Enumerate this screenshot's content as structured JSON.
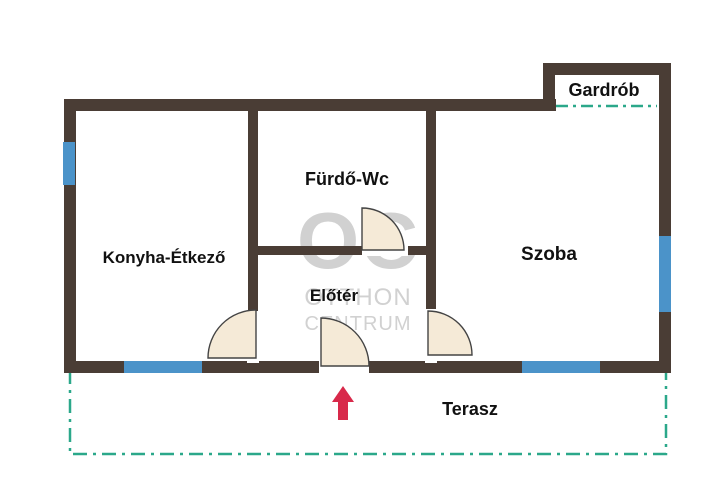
{
  "floorplan": {
    "rooms": {
      "kitchen": "Konyha-Étkező",
      "bathroom": "Fürdő-Wc",
      "hall": "Előtér",
      "room": "Szoba",
      "wardrobe": "Gardrób",
      "terrace": "Terasz"
    },
    "watermark": {
      "logo": "OC",
      "line1": "OTTHON",
      "line2": "CENTRUM"
    }
  },
  "colors": {
    "wall": "#4a3d35",
    "window": "#4b93c9",
    "door_fill": "#f5ead7",
    "terrace_outline": "#2ba88a",
    "entrance_arrow": "#d8294a",
    "watermark": "#c9c9c9"
  },
  "icons": {
    "entrance": "entrance-arrow-icon"
  }
}
